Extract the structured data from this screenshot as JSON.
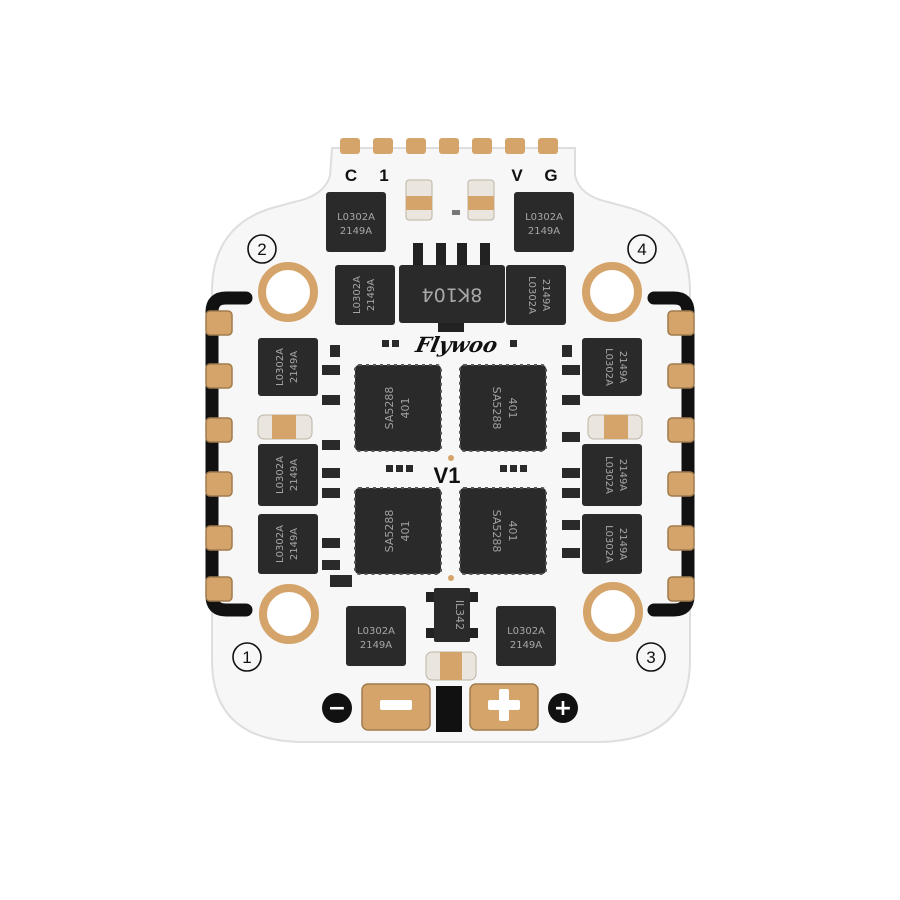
{
  "board": {
    "top_labels": [
      "C",
      "1",
      "V",
      "G"
    ],
    "mount_numbers": [
      "1",
      "2",
      "3",
      "4"
    ],
    "version": "V1",
    "brand_logo": "Flywoo",
    "regulator_marking": "8K104",
    "small_ic_marking": "IL342",
    "fet_marking": {
      "line1": "L0302A",
      "line2": "2149A"
    },
    "driver_marking": {
      "line1": "SA5288",
      "line2": "401"
    },
    "power_pad_symbols": {
      "negative": "−",
      "positive": "+"
    }
  },
  "colors": {
    "pcb": "#f7f7f7",
    "gold": "#d4a46a",
    "chip": "#2a2a2a",
    "silkscreen": "#111111"
  }
}
